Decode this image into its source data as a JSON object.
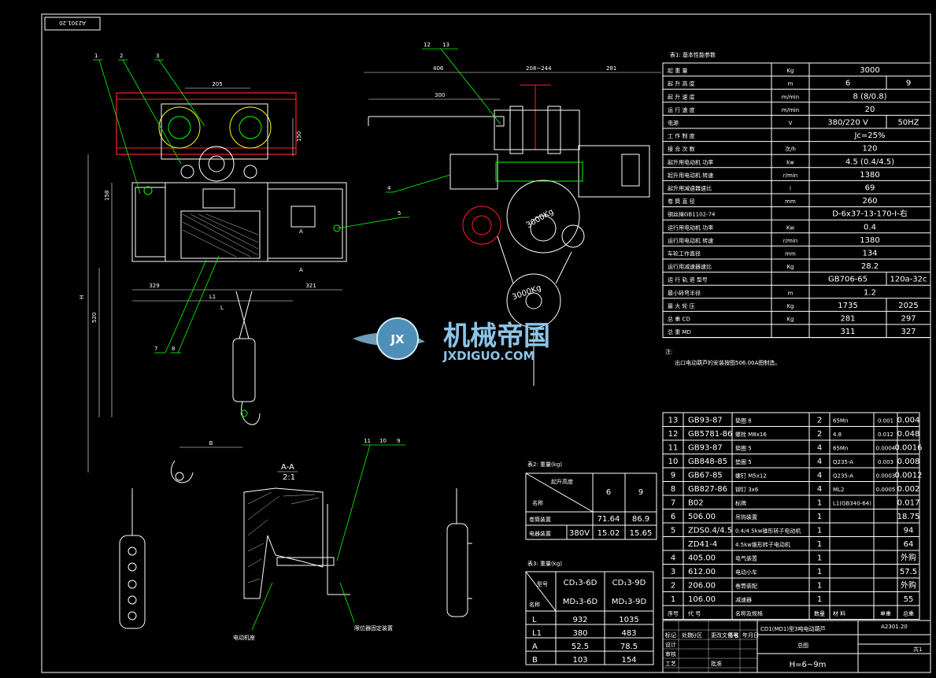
{
  "drawing_number_corner": "A2301.20",
  "drawing_number_title": "A2301.20",
  "watermark": {
    "cn": "机械帝国",
    "url": "JXDIGUO.COM",
    "logo_text": "JX"
  },
  "callouts_left": [
    "1",
    "2",
    "3",
    "4",
    "5",
    "7",
    "8"
  ],
  "callouts_right": [
    "12",
    "13",
    "9",
    "10",
    "11"
  ],
  "section_label": "A-A",
  "section_scale": "2:1",
  "dims": {
    "d205": "205",
    "d150": "150",
    "d158": "158",
    "d520": "520",
    "d329": "329",
    "d321": "321",
    "dL1": "L1",
    "dL": "L",
    "dB": "B",
    "dA": "A",
    "d406": "406",
    "d208": "208~244",
    "d281": "281",
    "d300": "300",
    "dH": "H"
  },
  "hook_labels": [
    "3000Kg",
    "3000Kg"
  ],
  "param_table": {
    "title": "表1: 基本性能参数",
    "rows": [
      [
        "起 重 量",
        "Kg",
        "3000",
        ""
      ],
      [
        "起 升 高 度",
        "m",
        "6",
        "9"
      ],
      [
        "起 升 速 度",
        "m/min",
        "8 (8/0.8)",
        ""
      ],
      [
        "运 行 速 度",
        "m/min",
        "20",
        ""
      ],
      [
        "电源",
        "V",
        "380/220 V",
        "50HZ"
      ],
      [
        "工 作 制 度",
        "",
        "Jc=25%",
        ""
      ],
      [
        "接 合 次 数",
        "次/h",
        "120",
        ""
      ],
      [
        "起升用电动机 功率",
        "kw",
        "4.5 (0.4/4.5)",
        ""
      ],
      [
        "起升用电动机 转速",
        "r/min",
        "1380",
        ""
      ],
      [
        "起升用减速器速比",
        "i",
        "69",
        ""
      ],
      [
        "卷 筒 直 径",
        "mm",
        "260",
        ""
      ],
      [
        "钢丝绳GB1102-74",
        "",
        "D-6x37-13-170-I-右",
        ""
      ],
      [
        "运行用电动机 功率",
        "Kw",
        "0.4",
        ""
      ],
      [
        "运行用电动机 转速",
        "r/min",
        "1380",
        ""
      ],
      [
        "车轮工作直径",
        "mm",
        "134",
        ""
      ],
      [
        "运行用减速器速比",
        "Kg",
        "28.2",
        ""
      ],
      [
        "运 行 轨 道 型号",
        "",
        "GB706-65",
        "120a-32c"
      ],
      [
        "最小转弯半径",
        "m",
        "1.2",
        ""
      ],
      [
        "最 大 轮 压",
        "Kg",
        "1735",
        "2025"
      ],
      [
        "总 重 CD",
        "Kg",
        "281",
        "297"
      ],
      [
        "总 重 MD",
        "",
        "311",
        "327"
      ]
    ],
    "note_title": "注:",
    "note": "出口电动葫芦的安装按图506.00A图制造。"
  },
  "weight_table": {
    "title": "表2: 重量(kg)",
    "header_top": "起升高度",
    "header_name": "名称",
    "cols": [
      "6",
      "9"
    ],
    "rows": [
      [
        "卷筒装置",
        "",
        "71.64",
        "86.9"
      ],
      [
        "电器装置",
        "380V",
        "15.02",
        "15.65"
      ]
    ]
  },
  "dim_table": {
    "title": "表3: 重量(kg)",
    "header_type": "型号",
    "header_name": "名称",
    "cols": [
      "CD₁3-6D",
      "CD₁3-9D"
    ],
    "cols2": [
      "MD₁3-6D",
      "MD₁3-9D"
    ],
    "rows": [
      [
        "L",
        "932",
        "1035"
      ],
      [
        "L1",
        "380",
        "483"
      ],
      [
        "A",
        "52.5",
        "78.5"
      ],
      [
        "B",
        "103",
        "154"
      ]
    ]
  },
  "parts_list": {
    "rows": [
      [
        "13",
        "GB93-87",
        "垫圈 8",
        "2",
        "65Mn",
        "0.001",
        "0.004"
      ],
      [
        "12",
        "GB5781-86",
        "螺栓 M8x16",
        "2",
        "4.8",
        "0.012",
        "0.048"
      ],
      [
        "11",
        "GB93-87",
        "垫圈 5",
        "4",
        "65Mn",
        "0.0004",
        "0.0016"
      ],
      [
        "10",
        "GB848-85",
        "垫圈 5",
        "4",
        "Q235-A",
        "0.003",
        "0.008"
      ],
      [
        "9",
        "GB67-85",
        "螺钉 M5x12",
        "4",
        "Q235-A",
        "0.0003",
        "0.0012"
      ],
      [
        "8",
        "GB827-86",
        "铆钉 3x6",
        "4",
        "ML2",
        "0.0005",
        "0.002"
      ],
      [
        "7",
        "B02",
        "标牌",
        "1",
        "L1(GB340-64)",
        "",
        "0.017"
      ],
      [
        "6",
        "506.00",
        "吊钩装置",
        "1",
        "",
        "",
        "18.75"
      ],
      [
        "5",
        "ZDS0.4/4.5",
        "0.4/4.5kw锥形转子电动机",
        "1",
        "",
        "",
        "94"
      ],
      [
        "",
        "ZD41-4",
        "4.5kw锥形转子电动机",
        "1",
        "",
        "",
        "64"
      ],
      [
        "4",
        "405.00",
        "电气装置",
        "1",
        "",
        "",
        "外购"
      ],
      [
        "3",
        "612.00",
        "电动小车",
        "1",
        "",
        "",
        "57.5"
      ],
      [
        "2",
        "206.00",
        "卷筒装配",
        "1",
        "",
        "",
        "外购"
      ],
      [
        "1",
        "106.00",
        "减速器",
        "1",
        "",
        "",
        "55"
      ]
    ],
    "header": [
      "序号",
      "代  号",
      "名称及规格",
      "数量",
      "材 料",
      "单重",
      "总重"
    ]
  },
  "title_block": {
    "product": "CD1(MD1)型3吨电动葫芦",
    "assembly": "总图",
    "spec": "H=6~9m",
    "sheet": "共1",
    "labels": [
      "标记",
      "处数",
      "分区",
      "更改文件号",
      "签名",
      "年月日",
      "设计",
      "审核",
      "工艺",
      "批准"
    ]
  },
  "section_notes": [
    "电动机座",
    "限位器固定装置"
  ]
}
